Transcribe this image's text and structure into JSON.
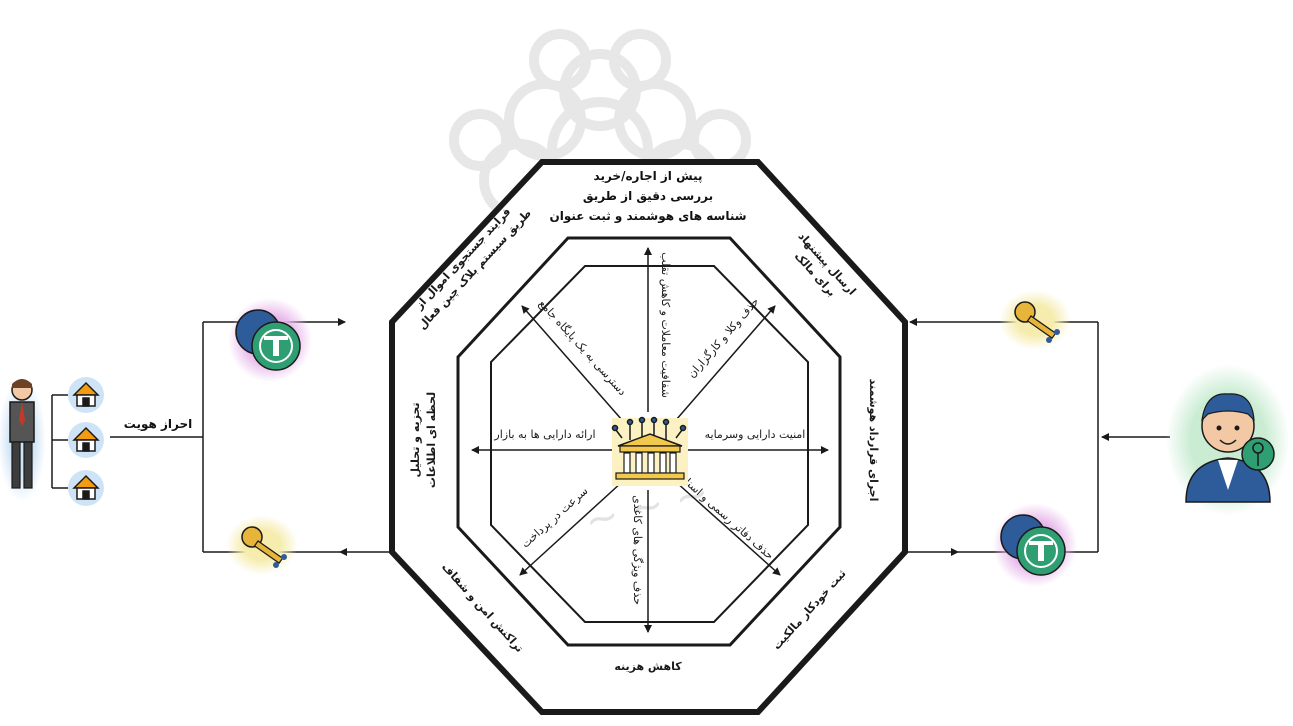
{
  "colors": {
    "octagon_stroke": "#1a1a1a",
    "token_green": "#2f9e72",
    "token_blue": "#2e5c9a",
    "glow_pink": "#e7b6ea",
    "glow_yellow": "#f6ecae",
    "glow_green": "#bfe6c9",
    "key_gold": "#e6b53a",
    "watermark": "#dcdcdc"
  },
  "left": {
    "identity_label": "احراز هویت"
  },
  "top_text": {
    "line1": "پیش از اجاره/خرید",
    "line2": "بررسی دقیق از طریق",
    "line3": "شناسه های هوشمند و ثبت عنوان"
  },
  "outer_ring": {
    "top_left": [
      "فرآیند جستجوی اموال از",
      "طریق سیستم بلاک چین فعال"
    ],
    "left": [
      "تجزیه و تحلیل",
      "لحظه ای اطلاعات"
    ],
    "top_right": [
      "ارسال پیشنهاد",
      "برای مالک"
    ],
    "right": [
      "اجرای قرارداد هوشمند"
    ],
    "bottom_left": [
      "تراکنش امن و شفاف"
    ],
    "bottom_right": [
      "ثبت خودکار مالکیت"
    ],
    "bottom": [
      "کاهش هزینه"
    ]
  },
  "spokes": {
    "left": "ارائه دارایی ها به بازار",
    "right": "امنیت دارایی وسرمایه",
    "up_left": "دسترسی به یک پایگاه جامع",
    "up": "شفافیت معاملات و کاهش تقلب",
    "up_right": "حذف وکلا و کارگزاران",
    "down_left": "سرعت در پرداخت",
    "down": "حذف ویژگی های کاغذی",
    "down_right": "حذف دفاتر رسمی و اسناد"
  }
}
